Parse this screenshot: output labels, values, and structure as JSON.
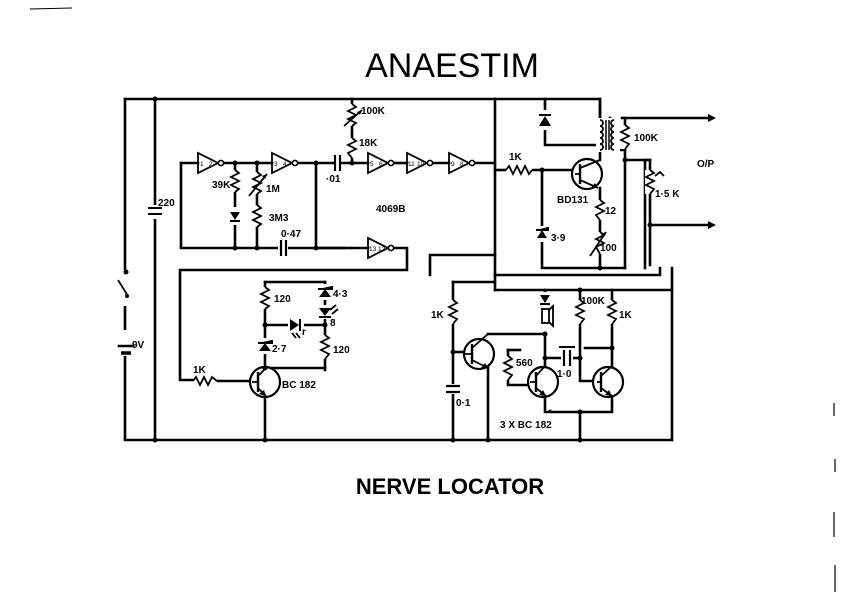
{
  "title": "ANAESTIM",
  "subtitle": "NERVE LOCATOR",
  "ic": "4069B",
  "battery": "9V",
  "output": "O/P",
  "capacitors": {
    "c_supply": "220",
    "c_osc_a": "·01",
    "c_osc_b": "0·47",
    "c_timer": "0·1",
    "c_multi": "1·0"
  },
  "resistors": {
    "r_39k": "39K",
    "r_1m": "1M",
    "r_3m3": "3M3",
    "r_100k_top": "100K",
    "r_18k": "18K",
    "r_1k_drive": "1K",
    "r_12": "12",
    "r_100_var": "100",
    "r_100k_out": "100K",
    "r_1k5": "1·5 K",
    "r_120_a": "120",
    "r_120_b": "120",
    "r_1k_bc": "1K",
    "r_1k_timer": "1K",
    "r_560": "560",
    "r_100k_multi": "100K",
    "r_1k_multi": "1K"
  },
  "diodes": {
    "z_3v9": "3·9",
    "z_4v3": "4·3",
    "z_2v7": "2·7",
    "led_8": "8",
    "led_r": "r"
  },
  "transistors": {
    "q_output": "BD131",
    "q_reg": "BC 182",
    "q_group": "3 X BC 182"
  },
  "inverters": [
    {
      "in": "1",
      "out": "2"
    },
    {
      "in": "3",
      "out": "4"
    },
    {
      "in": "5",
      "out": "6"
    },
    {
      "in": "11",
      "out": "10"
    },
    {
      "in": "9",
      "out": "8"
    },
    {
      "in": "13",
      "out": "12"
    }
  ]
}
